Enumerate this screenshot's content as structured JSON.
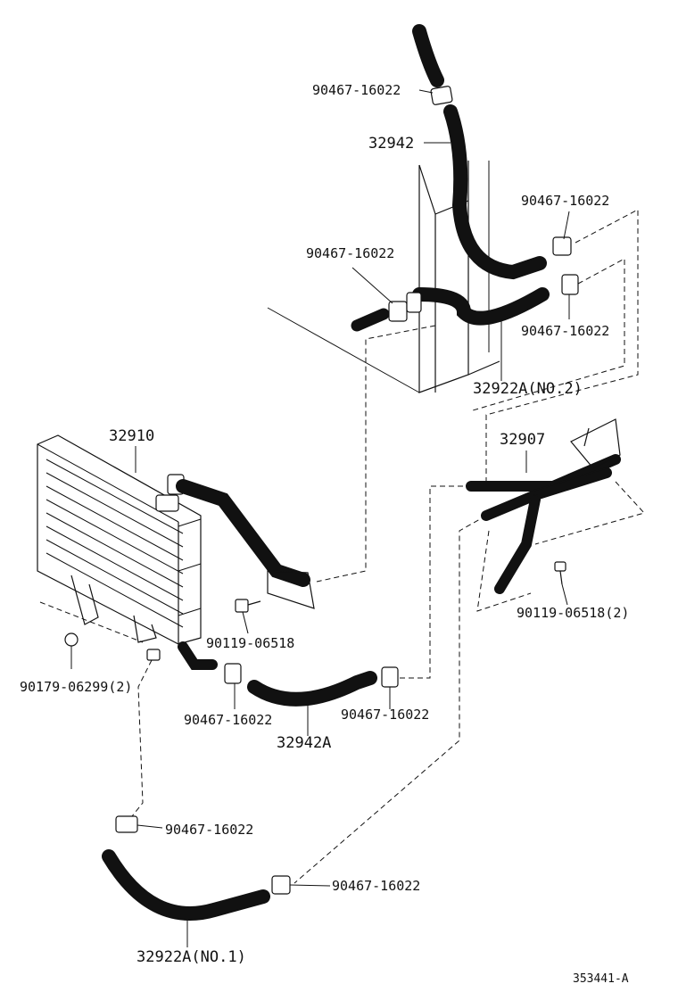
{
  "labels": {
    "hose_upper_clip": "90467-16022",
    "hose_32942": "32942",
    "clip_right_upper": "90467-16022",
    "clip_left_upper": "90467-16022",
    "clip_right_lower": "90467-16022",
    "hose_32922a_no2": "32922A(NO.2)",
    "cooler_32910": "32910",
    "tube_32907": "32907",
    "bolt_90119_right": "90119-06518(2)",
    "bolt_90119_center": "90119-06518",
    "nut_90179": "90179-06299(2)",
    "clip_center_left": "90467-16022",
    "clip_center_right": "90467-16022",
    "hose_32942a": "32942A",
    "clip_lower_upper": "90467-16022",
    "clip_lower_right": "90467-16022",
    "hose_32922a_no1": "32922A(NO.1)",
    "figure_code": "353441-A"
  }
}
